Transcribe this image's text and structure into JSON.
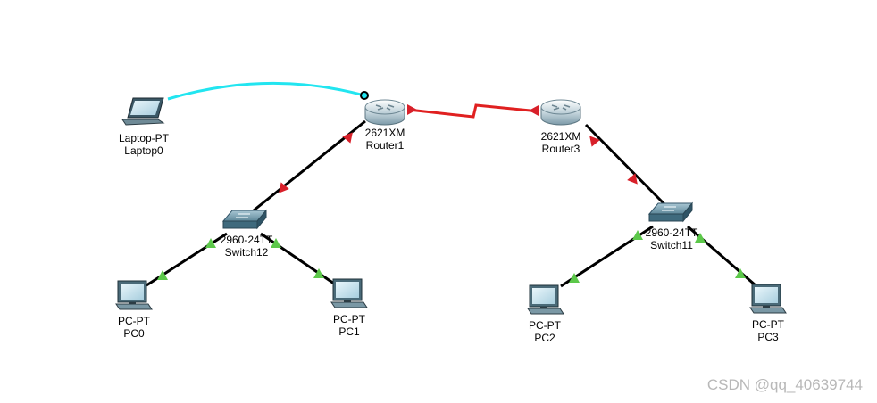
{
  "devices": {
    "laptop0": {
      "model": "Laptop-PT",
      "name": "Laptop0",
      "icon": "laptop-icon"
    },
    "router1": {
      "model": "2621XM",
      "name": "Router1",
      "icon": "router-icon"
    },
    "router3": {
      "model": "2621XM",
      "name": "Router3",
      "icon": "router-icon"
    },
    "switch12": {
      "model": "2960-24TT",
      "name": "Switch12",
      "icon": "switch-icon"
    },
    "switch11": {
      "model": "2960-24TT",
      "name": "Switch11",
      "icon": "switch-icon"
    },
    "pc0": {
      "model": "PC-PT",
      "name": "PC0",
      "icon": "pc-icon"
    },
    "pc1": {
      "model": "PC-PT",
      "name": "PC1",
      "icon": "pc-icon"
    },
    "pc2": {
      "model": "PC-PT",
      "name": "PC2",
      "icon": "pc-icon"
    },
    "pc3": {
      "model": "PC-PT",
      "name": "PC3",
      "icon": "pc-icon"
    }
  },
  "links": [
    {
      "from": "laptop0",
      "to": "router1",
      "type": "console",
      "color": "#22e5f0"
    },
    {
      "from": "router1",
      "to": "router3",
      "type": "serial",
      "color": "#e02020",
      "status": "down"
    },
    {
      "from": "router1",
      "to": "switch12",
      "type": "ethernet",
      "color": "#000000",
      "status": "down"
    },
    {
      "from": "router3",
      "to": "switch11",
      "type": "ethernet",
      "color": "#000000",
      "status": "down"
    },
    {
      "from": "switch12",
      "to": "pc0",
      "type": "ethernet",
      "color": "#000000",
      "status": "up"
    },
    {
      "from": "switch12",
      "to": "pc1",
      "type": "ethernet",
      "color": "#000000",
      "status": "up"
    },
    {
      "from": "switch11",
      "to": "pc2",
      "type": "ethernet",
      "color": "#000000",
      "status": "up"
    },
    {
      "from": "switch11",
      "to": "pc3",
      "type": "ethernet",
      "color": "#000000",
      "status": "up"
    }
  ],
  "colors": {
    "up": "#5cc84a",
    "down": "#d8202a"
  },
  "watermark": "CSDN @qq_40639744"
}
